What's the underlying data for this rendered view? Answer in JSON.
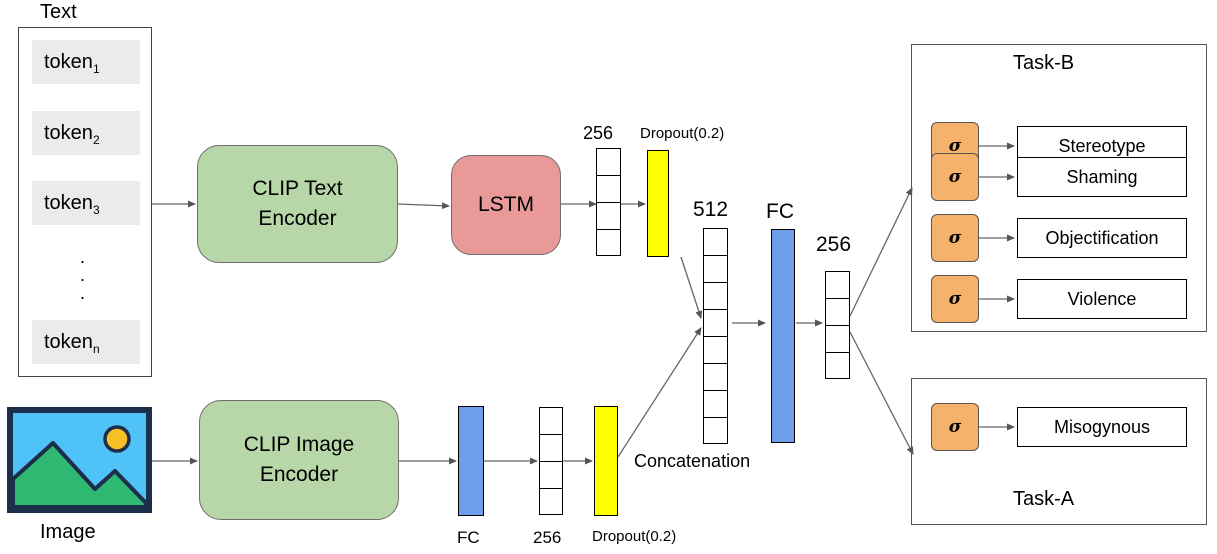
{
  "text_input": {
    "label": "Text",
    "token_word": "token",
    "tokens": [
      "1",
      "2",
      "3",
      "n"
    ],
    "ellipsis": ".\n.\n."
  },
  "image_input": {
    "label": "Image"
  },
  "encoders": {
    "text": "CLIP Text\nEncoder",
    "image": "CLIP Image\nEncoder"
  },
  "text_branch": {
    "lstm": "LSTM",
    "size": "256",
    "dropout": "Dropout(0.2)"
  },
  "image_branch": {
    "fc": "FC",
    "size": "256",
    "dropout": "Dropout(0.2)"
  },
  "fusion": {
    "concat_size": "512",
    "concat_label": "Concatenation",
    "fc_label": "FC",
    "fc_size": "256"
  },
  "task_b": {
    "title": "Task-B",
    "outputs": [
      "Stereotype",
      "Shaming",
      "Objectification",
      "Violence"
    ]
  },
  "task_a": {
    "title": "Task-A",
    "outputs": [
      "Misogynous"
    ]
  },
  "sigma": "σ",
  "colors": {
    "encoder": "#b7d7a8",
    "lstm": "#ea9999",
    "fc": "#6d9eeb",
    "dropout": "#ffff00",
    "sigmoid": "#f6b26b",
    "token_bg": "#ebebeb",
    "image_frame": "#1c2e4a",
    "image_sky": "#4fc3f7",
    "image_sun": "#f6c026",
    "image_hills": "#2eb872"
  }
}
